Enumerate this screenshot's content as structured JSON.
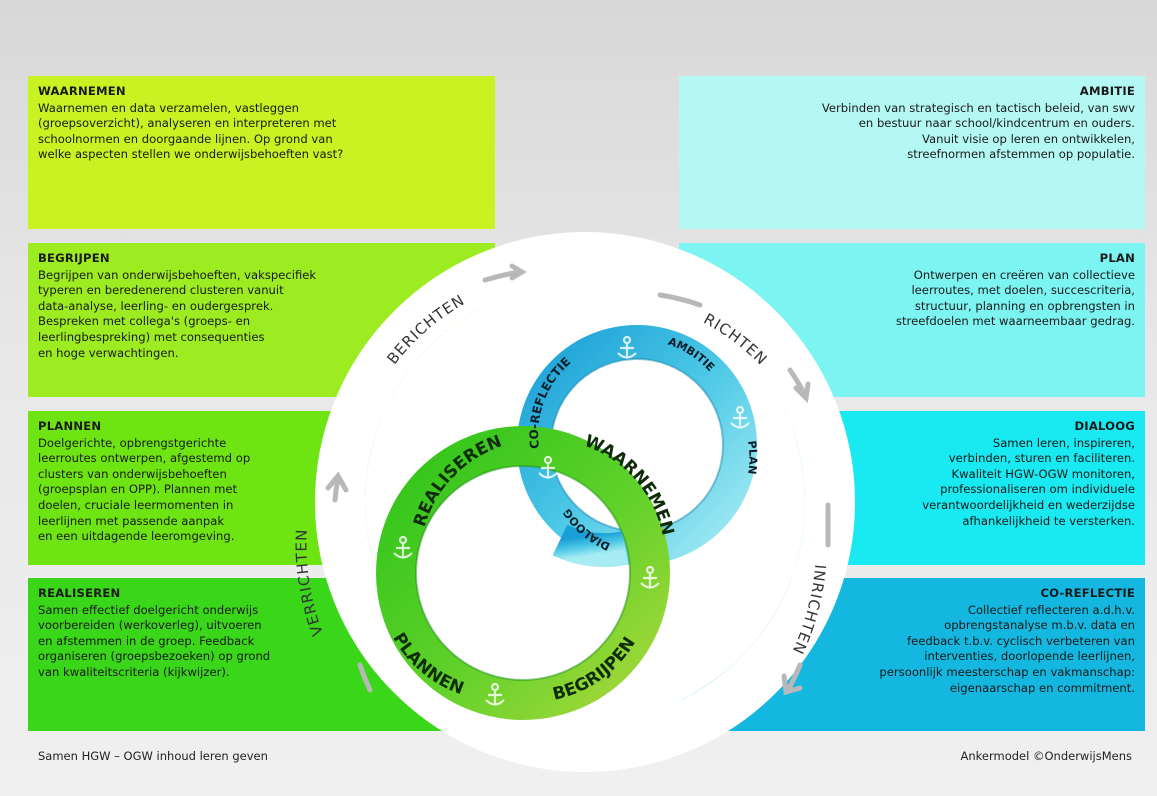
{
  "boxes": {
    "waarnemen": {
      "title": "WAARNEMEN",
      "body": "Waarnemen en data verzamelen, vastleggen\n(groepsoverzicht), analyseren en interpreteren met\nschoolnormen en doorgaande lijnen. Op grond van\nwelke aspecten stellen we onderwijsbehoeften vast?"
    },
    "begrijpen": {
      "title": "BEGRIJPEN",
      "body": "Begrijpen van onderwijsbehoeften, vakspecifiek\ntyperen en beredenerend clusteren vanuit\ndata-analyse, leerling- en oudergesprek.\nBespreken met collega's (groeps- en\nleerlingbespreking) met consequenties\nen hoge verwachtingen."
    },
    "plannen": {
      "title": "PLANNEN",
      "body": "Doelgerichte, opbrengstgerichte\nleerroutes ontwerpen, afgestemd op\nclusters van onderwijsbehoeften\n(groepsplan en OPP). Plannen met\ndoelen, cruciale leermomenten in\nleerlijnen met passende aanpak\nen een uitdagende leeromgeving."
    },
    "realiseren": {
      "title": "REALISEREN",
      "body": "Samen effectief doelgericht onderwijs\nvoorbereiden (werkoverleg), uitvoeren\nen afstemmen in de groep. Feedback\norganiseren (groepsbezoeken) op grond\nvan kwaliteitscriteria (kijkwijzer)."
    },
    "ambitie": {
      "title": "AMBITIE",
      "body": "Verbinden van strategisch en tactisch beleid, van swv\nen bestuur naar school/kindcentrum en ouders.\nVanuit visie op leren en ontwikkelen,\nstreefnormen afstemmen op populatie."
    },
    "plan": {
      "title": "PLAN",
      "body": "Ontwerpen en creëren van collectieve\nleerroutes, met doelen, succescriteria,\nstructuur, planning en opbrengsten in\nstreefdoelen met waarneembaar gedrag."
    },
    "dialoog": {
      "title": "DIALOOG",
      "body": "Samen leren, inspireren,\nverbinden, sturen en faciliteren.\nKwaliteit HGW-OGW monitoren,\nprofessionaliseren om individuele\nverantwoordelijkheid en wederzijdse\nafhankelijkheid te versterken."
    },
    "coreflectie": {
      "title": "CO-REFLECTIE",
      "body": "Collectief reflecteren a.d.h.v.\nopbrengstanalyse m.b.v. data en\nfeedback t.b.v. cyclisch verbeteren van\ninterventies, doorlopende leerlijnen,\npersoonlijk meesterschap en vakmanschap:\neigenaarschap en commitment."
    }
  },
  "outer_ring": {
    "top_left": "BERICHTEN",
    "top_right": "RICHTEN",
    "right": "INRICHTEN",
    "left": "VERRICHTEN"
  },
  "green_ring": {
    "top": "REALISEREN",
    "right": "WAARNEMEN",
    "bottom_right": "BEGRIJPEN",
    "bottom_left": "PLANNEN"
  },
  "blue_ring": {
    "left": "CO-REFLECTIE",
    "top": "AMBITIE",
    "right": "PLAN",
    "bottom": "DIALOOG"
  },
  "footer": {
    "left": "Samen HGW – OGW inhoud leren geven",
    "right": "Ankermodel ©OnderwijsMens"
  },
  "colors": {
    "waarnemen": "#c8f221",
    "begrijpen": "#9cec21",
    "plannen": "#6ee513",
    "realiseren": "#3ad619",
    "ambitie": "#b4f8f4",
    "plan": "#7cf4f2",
    "dialoog": "#19e9f1",
    "coreflectie": "#13b7df"
  }
}
